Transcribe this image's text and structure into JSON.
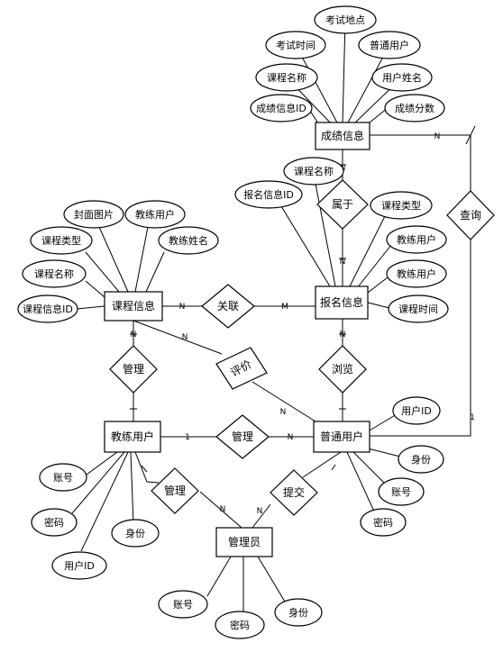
{
  "entities": {
    "score": "成绩信息",
    "course": "课程信息",
    "signup": "报名信息",
    "coach": "教练用户",
    "user": "普通用户",
    "admin": "管理员"
  },
  "attributes": {
    "score": [
      "考试地点",
      "考试时间",
      "普通用户",
      "课程名称",
      "用户姓名",
      "成绩信息ID",
      "成绩分数"
    ],
    "course": [
      "封面图片",
      "教练用户",
      "课程类型",
      "教练姓名",
      "课程名称",
      "课程信息ID"
    ],
    "signup": [
      "课程名称",
      "报名信息ID",
      "课程类型",
      "教练用户",
      "教练用户",
      "课程时间"
    ],
    "coach": [
      "账号",
      "密码",
      "身份",
      "用户ID"
    ],
    "user": [
      "用户ID",
      "身份",
      "账号",
      "密码"
    ],
    "admin": [
      "账号",
      "密码",
      "身份"
    ]
  },
  "relationships": {
    "belong": "属于",
    "query": "查询",
    "link": "关联",
    "manage_course": "管理",
    "review": "评价",
    "browse": "浏览",
    "manage_user": "管理",
    "manage_admin": "管理",
    "submit": "提交"
  },
  "cardinalities": {
    "N": "N",
    "M": "M",
    "one": "1"
  }
}
